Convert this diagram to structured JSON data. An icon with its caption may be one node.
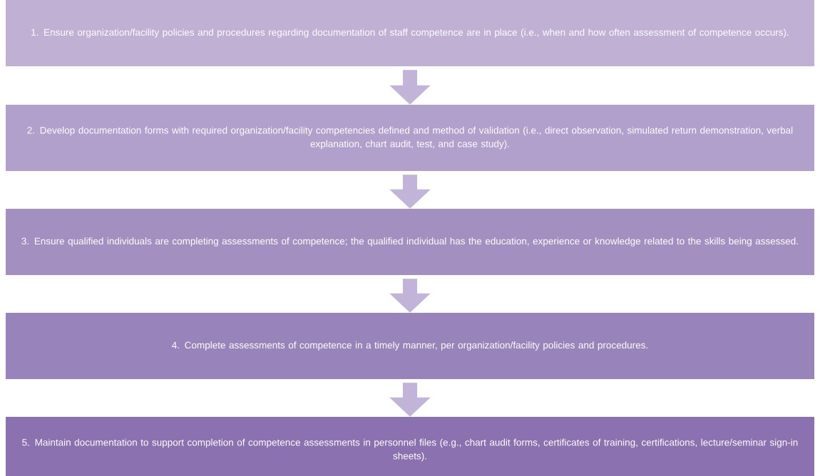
{
  "diagram": {
    "nodes": [
      {
        "text": [
          "1. Ensure organization/facility policies and procedures regarding documentation of staff competence are in place (i.e., when and how often assessment of competence occurs)."
        ]
      },
      {
        "text": [
          "2. Develop documentation forms with required organization/facility competencies defined and method of validation (i.e., direct observation, simulated return demonstration, verbal explanation, chart audit, test, and case study)."
        ]
      },
      {
        "text": [
          "3. Ensure qualified individuals are completing assessments of competence; the qualified individual has the education, experience or knowledge related to the skills being assessed."
        ]
      },
      {
        "text": [
          "4. Complete assessments of competence in a timely manner, per organization/facility policies and procedures."
        ]
      },
      {
        "text": [
          "5. Maintain documentation to support completion of competence assessments in personnel files (e.g., chart audit forms, certificates of training, certifications, lecture/seminar sign-in sheets)."
        ]
      }
    ],
    "edges": [
      {
        "from": 0,
        "to": 1,
        "arrow": "to"
      },
      {
        "from": 1,
        "to": 2,
        "arrow": "to"
      },
      {
        "from": 2,
        "to": 3,
        "arrow": "to"
      },
      {
        "from": 3,
        "to": 4,
        "arrow": "to"
      }
    ]
  }
}
